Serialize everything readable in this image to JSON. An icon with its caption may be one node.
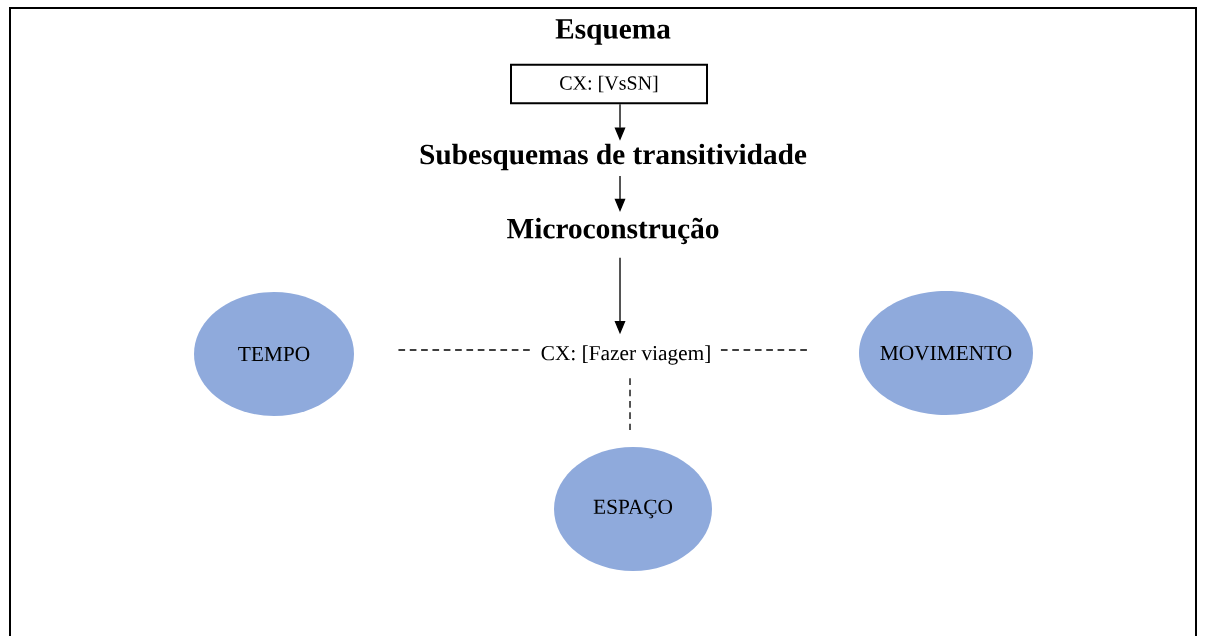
{
  "diagram": {
    "nodes": [
      {
        "text": [
          "Esquema",
          "CX: [VsSN]"
        ]
      },
      {
        "text": [
          "Subesquemas de transitividade"
        ]
      },
      {
        "text": [
          "Microconstrução"
        ]
      },
      {
        "text": [
          "TEMPO"
        ]
      },
      {
        "text": [
          "CX: [Fazer viagem]"
        ]
      },
      {
        "text": [
          "MOVIMENTO"
        ]
      },
      {
        "text": [
          "ESPAÇO"
        ]
      }
    ],
    "edges": [
      {
        "from": 0,
        "to": 1,
        "arrow": "to"
      },
      {
        "from": 1,
        "to": 2,
        "arrow": "to"
      },
      {
        "from": 2,
        "to": 4,
        "arrow": "to"
      },
      {
        "from": 4,
        "to": 3,
        "arrow": "none",
        "style": "dashed"
      },
      {
        "from": 4,
        "to": 5,
        "arrow": "none",
        "style": "dashed"
      },
      {
        "from": 4,
        "to": 6,
        "arrow": "none",
        "style": "dashed"
      }
    ]
  }
}
